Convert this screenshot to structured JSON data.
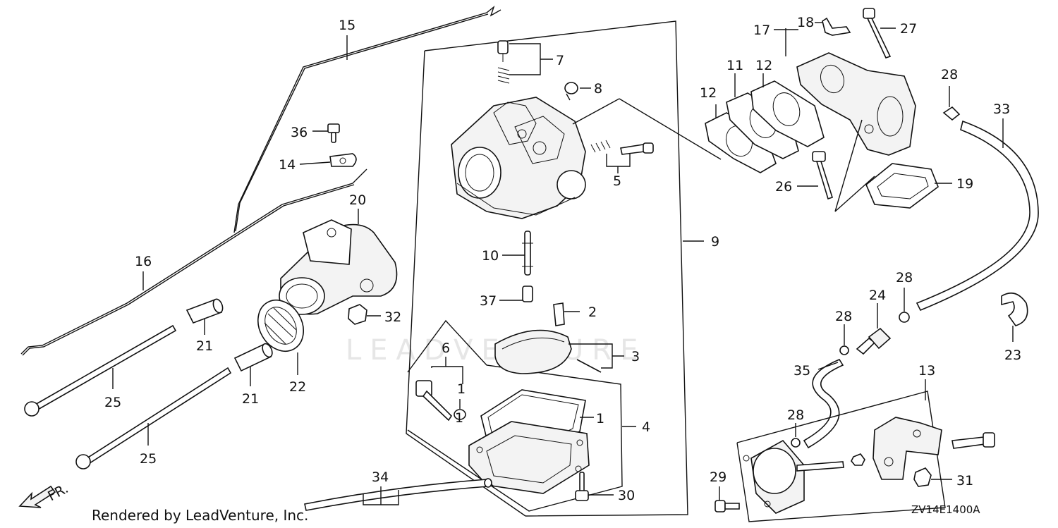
{
  "diagram": {
    "footer_text": "Rendered by LeadVenture, Inc.",
    "diagram_code": "ZV14E1400A",
    "direction_label": "FR.",
    "watermark": "LEADVENTURE",
    "callouts": {
      "c1a": "1",
      "c1b": "1",
      "c2": "2",
      "c3": "3",
      "c4": "4",
      "c5": "5",
      "c6": "6",
      "c7": "7",
      "c8": "8",
      "c9": "9",
      "c10": "10",
      "c11": "11",
      "c12a": "12",
      "c12b": "12",
      "c13": "13",
      "c14": "14",
      "c15": "15",
      "c16": "16",
      "c17": "17",
      "c18": "18",
      "c19": "19",
      "c20": "20",
      "c21a": "21",
      "c21b": "21",
      "c22": "22",
      "c23": "23",
      "c24": "24",
      "c25a": "25",
      "c25b": "25",
      "c26": "26",
      "c27": "27",
      "c28a": "28",
      "c28b": "28",
      "c28c": "28",
      "c28d": "28",
      "c29": "29",
      "c30": "30",
      "c31": "31",
      "c32": "32",
      "c33": "33",
      "c34": "34",
      "c35": "35",
      "c36": "36",
      "c37": "37"
    }
  }
}
